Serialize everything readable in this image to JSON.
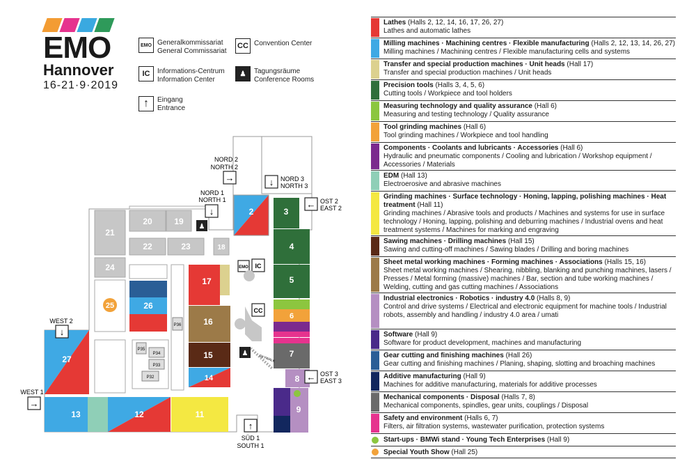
{
  "logo": {
    "brand": "EMO",
    "city": "Hannover",
    "date": "16-21·9·2019",
    "stripe_colors": [
      "#f39c33",
      "#e6338e",
      "#3aa9e0",
      "#2e9a5a"
    ]
  },
  "map_legend": {
    "general": {
      "badge": "EMO",
      "line1": "Generalkommissariat",
      "line2": "General Commissariat"
    },
    "info": {
      "badge": "IC",
      "line1": "Informations-Centrum",
      "line2": "Information Center"
    },
    "entrance": {
      "line1": "Eingang",
      "line2": "Entrance"
    },
    "convention": {
      "badge": "CC",
      "line1": "Convention Center"
    },
    "conference": {
      "line1": "Tagungsräume",
      "line2": "Conference Rooms"
    }
  },
  "map": {
    "halls": [
      {
        "id": "2",
        "colors": [
          "#3fa9e4",
          "#e53935"
        ]
      },
      {
        "id": "3",
        "colors": [
          "#2f6f3a"
        ]
      },
      {
        "id": "4",
        "colors": [
          "#2f6f3a"
        ]
      },
      {
        "id": "5",
        "colors": [
          "#2f6f3a"
        ]
      },
      {
        "id": "6",
        "colors": [
          "#f2a23a"
        ]
      },
      {
        "id": "7",
        "colors": [
          "#6a6a6a"
        ]
      },
      {
        "id": "8",
        "colors": [
          "#b58fc2"
        ]
      },
      {
        "id": "9",
        "colors": [
          "#b58fc2"
        ]
      },
      {
        "id": "11",
        "colors": [
          "#f4e842"
        ]
      },
      {
        "id": "12",
        "colors": [
          "#3fa9e4",
          "#e53935"
        ]
      },
      {
        "id": "13",
        "colors": [
          "#3fa9e4"
        ]
      },
      {
        "id": "14",
        "colors": [
          "#3fa9e4",
          "#e53935"
        ]
      },
      {
        "id": "15",
        "colors": [
          "#5a2a16"
        ]
      },
      {
        "id": "16",
        "colors": [
          "#9c7a48"
        ]
      },
      {
        "id": "17",
        "colors": [
          "#e53935"
        ]
      },
      {
        "id": "18",
        "colors": [
          "#c7c7c7"
        ]
      },
      {
        "id": "19",
        "colors": [
          "#c7c7c7"
        ]
      },
      {
        "id": "20",
        "colors": [
          "#c7c7c7"
        ]
      },
      {
        "id": "21",
        "colors": [
          "#c7c7c7"
        ]
      },
      {
        "id": "22",
        "colors": [
          "#c7c7c7"
        ]
      },
      {
        "id": "23",
        "colors": [
          "#c7c7c7"
        ]
      },
      {
        "id": "24",
        "colors": [
          "#c7c7c7"
        ]
      },
      {
        "id": "25",
        "colors": [
          "#f2a23a"
        ]
      },
      {
        "id": "26",
        "colors": [
          "#3fa9e4"
        ]
      },
      {
        "id": "27",
        "colors": [
          "#3fa9e4",
          "#e53935"
        ]
      }
    ],
    "pavilions": [
      "P32",
      "P33",
      "P34",
      "P35",
      "P36"
    ],
    "labels": {
      "ic": "IC",
      "cc": "CC",
      "emo": "EMO",
      "skywalk": "SKYWALK"
    },
    "entrances": [
      {
        "de": "NORD 2",
        "en": "NORTH 2"
      },
      {
        "de": "NORD 3",
        "en": "NORTH 3"
      },
      {
        "de": "NORD 1",
        "en": "NORTH 1"
      },
      {
        "de": "OST 2",
        "en": "EAST 2"
      },
      {
        "de": "OST 3",
        "en": "EAST 3"
      },
      {
        "de": "WEST 2",
        "en": ""
      },
      {
        "de": "WEST 1",
        "en": ""
      },
      {
        "de": "SÜD 1",
        "en": "SOUTH 1"
      }
    ]
  },
  "legend": [
    {
      "color": "#e53935",
      "title": "Lathes",
      "halls": " (Halls 2, 12, 14, 16, 17, 26, 27)",
      "sub": "Lathes and automatic lathes"
    },
    {
      "color": "#3fa9e4",
      "title": "Milling machines · Machining centres · Flexible manufacturing",
      "halls": " (Halls 2, 12, 13, 14, 26, 27)",
      "sub": "Milling machines / Machining centres / Flexible manufacturing cells and systems"
    },
    {
      "color": "#dcd18f",
      "title": "Transfer and special production machines · Unit heads",
      "halls": " (Hall 17)",
      "sub": "Transfer and special production machines / Unit heads"
    },
    {
      "color": "#2f6f3a",
      "title": "Precision tools",
      "halls": " (Halls 3, 4, 5, 6)",
      "sub": "Cutting tools / Workpiece and tool holders"
    },
    {
      "color": "#8cc63f",
      "title": "Measuring technology and quality assurance",
      "halls": " (Hall 6)",
      "sub": "Measuring and testing technology / Quality assurance"
    },
    {
      "color": "#f2a23a",
      "title": "Tool grinding machines",
      "halls": " (Hall 6)",
      "sub": "Tool grinding machines / Workpiece and tool handling"
    },
    {
      "color": "#7b2a8e",
      "title": "Components · Coolants and lubricants · Accessories",
      "halls": " (Hall 6)",
      "sub": "Hydraulic and pneumatic components / Cooling and lubrication / Workshop equipment / Accessories / Materials"
    },
    {
      "color": "#8fcfb7",
      "title": "EDM",
      "halls": " (Hall 13)",
      "sub": "Electroerosive and abrasive machines"
    },
    {
      "color": "#f4e842",
      "title": "Grinding machines · Surface technology · Honing, lapping, polishing machines · Heat treatment",
      "halls": " (Hall 11)",
      "sub": "Grinding machines / Abrasive tools and products / Machines and systems for use in surface technology / Honing, lapping, polishing and deburring machines / Industrial ovens and heat treatment systems / Machines for marking and engraving"
    },
    {
      "color": "#5a2a16",
      "title": "Sawing machines · Drilling machines",
      "halls": " (Hall 15)",
      "sub": "Sawing and cutting-off machines / Sawing blades / Drilling and boring machines"
    },
    {
      "color": "#9c7a48",
      "title": "Sheet metal working machines · Forming machines · Associations",
      "halls": " (Halls 15, 16)",
      "sub": "Sheet metal working machines / Shearing, nibbling, blanking and punching machines, lasers / Presses / Metal forming (massive) machines / Bar, section and tube working machines / Welding, cutting and gas cutting machines / Associations"
    },
    {
      "color": "#b58fc2",
      "title": "Industrial electronics · Robotics · industry 4.0",
      "halls": " (Halls 8, 9)",
      "sub": "Control and drive systems / Electrical and electronic equipment for machine tools / Industrial robots, assembly and handling / industry 4.0 area / umati"
    },
    {
      "color": "#4a2a8a",
      "title": "Software",
      "halls": " (Hall 9)",
      "sub": "Software for product development, machines and manufacturing"
    },
    {
      "color": "#2a5e96",
      "title": "Gear cutting and finishing machines",
      "halls": " (Hall 26)",
      "sub": "Gear cutting and finishing machines / Planing, shaping, slotting and broaching machines"
    },
    {
      "color": "#12275e",
      "title": "Additive manufacturing",
      "halls": " (Hall 9)",
      "sub": "Machines for additive manufacturing, materials for additive processes"
    },
    {
      "color": "#6a6a6a",
      "title": "Mechanical components · Disposal",
      "halls": " (Halls 7, 8)",
      "sub": "Mechanical components, spindles, gear units, couplings / Disposal"
    },
    {
      "color": "#e6338e",
      "title": "Safety and environment",
      "halls": " (Halls 6, 7)",
      "sub": "Filters, air filtration systems, wastewater purification, protection systems"
    },
    {
      "color": "#8cc63f",
      "dot": true,
      "title": "Start-ups · BMWi stand · Young Tech Enterprises",
      "halls": " (Hall 9)",
      "sub": ""
    },
    {
      "color": "#f2a23a",
      "dot": true,
      "title": "Special Youth Show",
      "halls": " (Hall 25)",
      "sub": ""
    }
  ]
}
